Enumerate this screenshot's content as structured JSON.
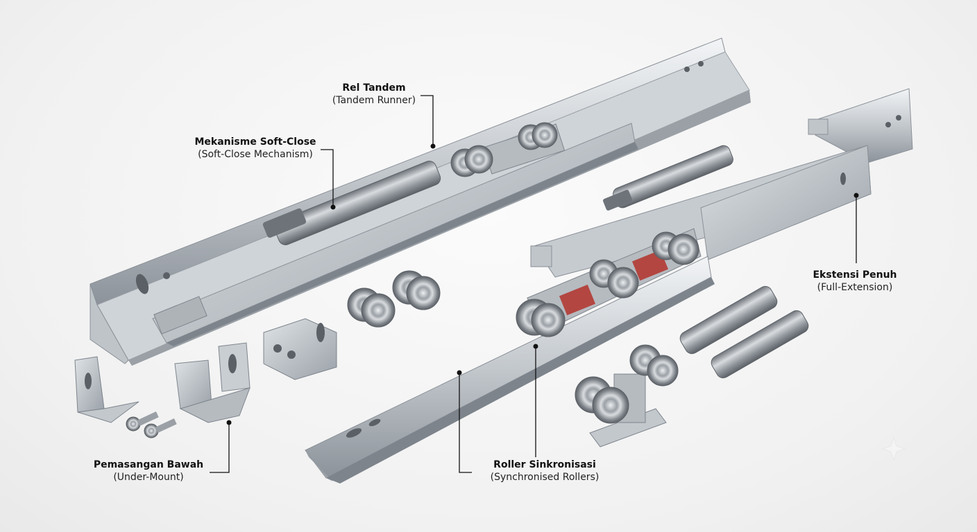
{
  "callouts": {
    "rel_tandem": {
      "title": "Rel Tandem",
      "subtitle": "(Tandem Runner)"
    },
    "soft_close": {
      "title": "Mekanisme Soft-Close",
      "subtitle": "(Soft-Close Mechanism)"
    },
    "ekstensi_penuh": {
      "title": "Ekstensi Penuh",
      "subtitle": "(Full-Extension)"
    },
    "roller_sinkronisasi": {
      "title": "Roller Sinkronisasi",
      "subtitle": "(Synchronised Rollers)"
    },
    "pemasangan_bawah": {
      "title": "Pemasangan Bawah",
      "subtitle": "(Under-Mount)"
    }
  },
  "colors": {
    "background": "#f2f2f2",
    "steel_light": "#e4e7ea",
    "steel_mid": "#b9bec4",
    "steel_dark": "#7d848c",
    "spring_red": "#b3312a",
    "leader_line": "#111111"
  }
}
